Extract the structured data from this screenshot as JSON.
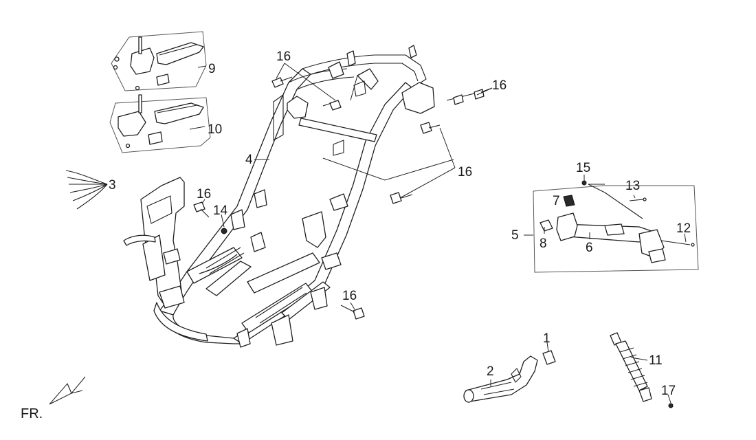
{
  "callouts": [
    {
      "id": "c1",
      "text": "1"
    },
    {
      "id": "c2",
      "text": "2"
    },
    {
      "id": "c3",
      "text": "3"
    },
    {
      "id": "c4",
      "text": "4"
    },
    {
      "id": "c5",
      "text": "5"
    },
    {
      "id": "c6",
      "text": "6"
    },
    {
      "id": "c7",
      "text": "7"
    },
    {
      "id": "c8",
      "text": "8"
    },
    {
      "id": "c9",
      "text": "9"
    },
    {
      "id": "c10",
      "text": "10"
    },
    {
      "id": "c11",
      "text": "11"
    },
    {
      "id": "c12",
      "text": "12"
    },
    {
      "id": "c13",
      "text": "13"
    },
    {
      "id": "c14",
      "text": "14"
    },
    {
      "id": "c15",
      "text": "15"
    },
    {
      "id": "c16a",
      "text": "16"
    },
    {
      "id": "c16b",
      "text": "16"
    },
    {
      "id": "c16c",
      "text": "16"
    },
    {
      "id": "c16d",
      "text": "16"
    },
    {
      "id": "c16e",
      "text": "16"
    },
    {
      "id": "c17",
      "text": "17"
    }
  ],
  "direction_marker": {
    "text": "FR."
  }
}
